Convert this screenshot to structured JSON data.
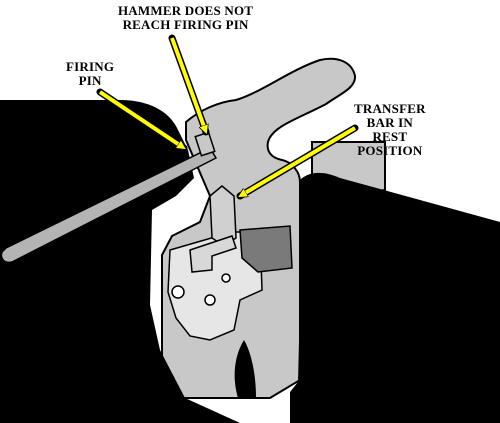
{
  "labels": {
    "hammer": [
      "HAMMER DOES NOT",
      "REACH FIRING PIN"
    ],
    "firing_pin": [
      "FIRING",
      "PIN"
    ],
    "transfer_bar": [
      "TRANSFER",
      "BAR IN",
      "REST",
      "POSITION"
    ]
  },
  "colors": {
    "frame": "#000000",
    "hammer": "#c8c8c8",
    "internal_parts": "#e6e6e6",
    "dark_part": "#7a7a7a",
    "firing_pin": "#b4b4b4",
    "callout_arrow": "#ffff00",
    "background": "#ffffff"
  }
}
